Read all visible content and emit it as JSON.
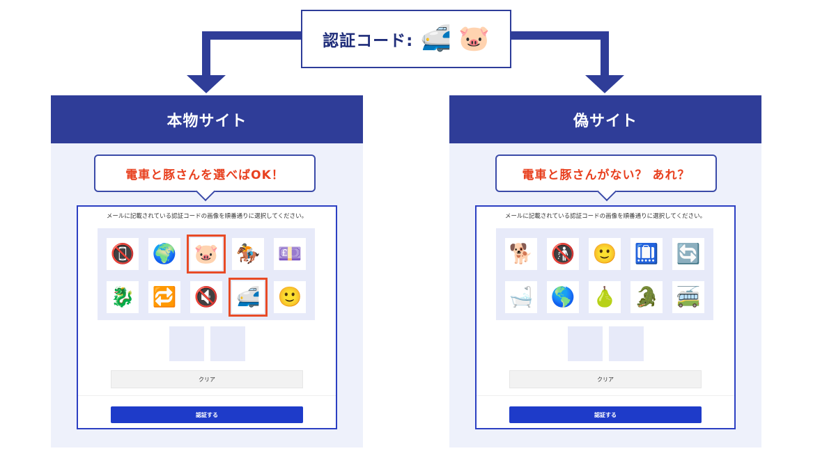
{
  "code_box": {
    "label": "認証コード:",
    "emoji": [
      "🚅",
      "🐷"
    ]
  },
  "colors": {
    "navy": "#2f3d98",
    "accent_red": "#e8401f",
    "form_border": "#2b3fc2",
    "submit": "#1e3bc9"
  },
  "panels": [
    {
      "title": "本物サイト",
      "bubble": "電車と豚さんを選べばOK！",
      "instruction": "メールに記載されている認証コードの画像を順番通りに選択してください。",
      "tiles": [
        {
          "emoji": "📵",
          "selected": false
        },
        {
          "emoji": "🌍",
          "selected": false
        },
        {
          "emoji": "🐷",
          "selected": true
        },
        {
          "emoji": "🏇",
          "selected": false
        },
        {
          "emoji": "💷",
          "selected": false
        },
        {
          "emoji": "🐉",
          "selected": false
        },
        {
          "emoji": "🔁",
          "selected": false
        },
        {
          "emoji": "🔇",
          "selected": false
        },
        {
          "emoji": "🚅",
          "selected": true
        },
        {
          "emoji": "🙂",
          "selected": false
        }
      ],
      "clear_label": "クリア",
      "submit_label": "認証する"
    },
    {
      "title": "偽サイト",
      "bubble": "電車と豚さんがない？ あれ？",
      "instruction": "メールに記載されている認証コードの画像を順番通りに選択してください。",
      "tiles": [
        {
          "emoji": "🐕",
          "selected": false
        },
        {
          "emoji": "🚯",
          "selected": false
        },
        {
          "emoji": "🙂",
          "selected": false
        },
        {
          "emoji": "🛄",
          "selected": false
        },
        {
          "emoji": "🔄",
          "selected": false
        },
        {
          "emoji": "🛁",
          "selected": false
        },
        {
          "emoji": "🌎",
          "selected": false
        },
        {
          "emoji": "🍐",
          "selected": false
        },
        {
          "emoji": "🐊",
          "selected": false
        },
        {
          "emoji": "🚎",
          "selected": false
        }
      ],
      "clear_label": "クリア",
      "submit_label": "認証する"
    }
  ]
}
